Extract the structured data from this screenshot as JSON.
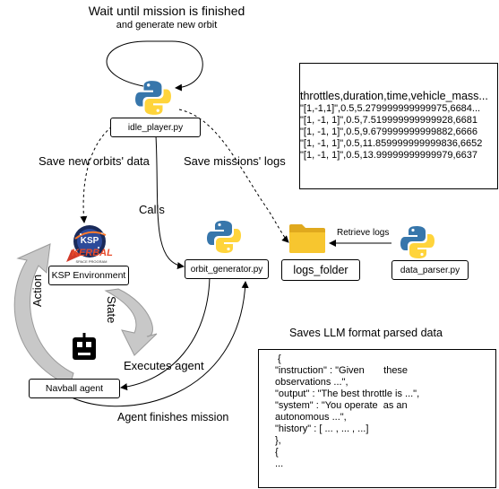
{
  "title_line1": "Wait until mission is finished",
  "title_line2": "and generate new orbit",
  "nodes": {
    "idle_player": "idle_player.py",
    "ksp_env": "KSP Environment",
    "navball": "Navball agent",
    "orbit_generator": "orbit_generator.py",
    "logs_folder": "logs_folder",
    "data_parser": "data_parser.py"
  },
  "ksp_logo": {
    "main": "KSP",
    "sub": "KERBAL",
    "tiny": "SPACE PROGRAM"
  },
  "edges": {
    "save_orbits": "Save new orbits' data",
    "save_logs": "Save missions' logs",
    "calls": "Calls",
    "retrieve_logs": "Retrieve logs",
    "action": "Action",
    "state": "State",
    "executes_agent": "Executes agent",
    "agent_finishes": "Agent finishes mission",
    "saves_llm": "Saves LLM format parsed data"
  },
  "csv_lines": [
    "throttles,duration,time,vehicle_mass...",
    "\"[1,-1,1]\",0.5,5.279999999999975,6684...",
    "\"[1, -1, 1]\",0.5,7.519999999999928,6681",
    "\"[1, -1, 1]\",0.5,9.679999999999882,6666",
    "\"[1, -1, 1]\",0.5,11.859999999999836,6652",
    "\"[1, -1, 1]\",0.5,13.99999999999979,6637"
  ],
  "json_lines": [
    " {",
    "\"instruction\" : \"Given       these",
    "observations ...\",",
    "\"output\" : \"The best throttle is ...\",",
    "\"system\" : \"You operate  as an",
    "autonomous ...\",",
    "\"history\" : [ ... , ... , ...]",
    "},",
    "{",
    "..."
  ],
  "icons": [
    "python-logo-icon",
    "folder-icon",
    "robot-icon",
    "ksp-logo-icon"
  ],
  "colors": {
    "python_blue": "#3776AB",
    "python_yellow": "#FFD43B",
    "folder_yellow": "#F7C62F",
    "arrow_gray": "#C8C8C8"
  }
}
